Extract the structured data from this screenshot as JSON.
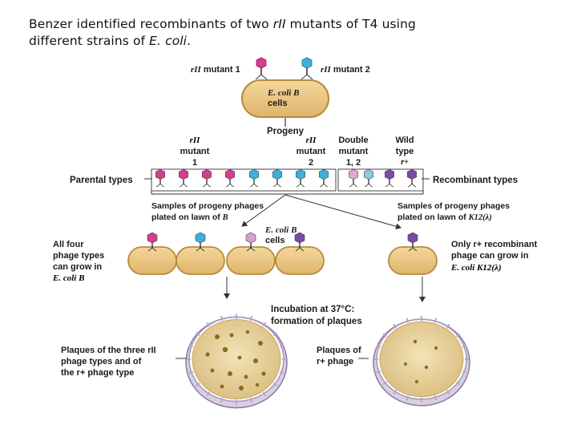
{
  "title": {
    "part1": "Benzer identified recombinants of two ",
    "gene": "rII",
    "part2": " mutants of T4 using",
    "part3": "different strains of ",
    "species": "E. coli",
    "part4": "."
  },
  "top": {
    "mutant1_gene": "rII",
    "mutant1_label": "mutant 1",
    "mutant2_gene": "rII",
    "mutant2_label": "mutant 2",
    "cell_species": "E. coli B",
    "cell_label": "cells"
  },
  "progeny": {
    "title": "Progeny",
    "col1_gene": "rII",
    "col1_line2": "mutant",
    "col1_line3": "1",
    "col2_gene": "rII",
    "col2_line2": "mutant",
    "col2_line3": "2",
    "col3_line1": "Double",
    "col3_line2": "mutant",
    "col3_line3": "1, 2",
    "col4_line1": "Wild",
    "col4_line2": "type",
    "col4_line3": "r+"
  },
  "rows": {
    "parental": "Parental types",
    "recombinant": "Recombinant types"
  },
  "samples": {
    "left_line1": "Samples of progeny phages",
    "left_line2": "plated on lawn of ",
    "left_strain": "B",
    "right_line1": "Samples of progeny phages",
    "right_line2": "plated on lawn of ",
    "right_strain": "K12(λ)"
  },
  "middle": {
    "species": "E. coli B",
    "label": "cells"
  },
  "left_text": {
    "l1": "All four",
    "l2": "phage types",
    "l3": "can grow in",
    "l4": "E. coli B"
  },
  "right_text": {
    "l1": "Only r+ recombinant",
    "l2": "phage can grow in",
    "l3": "E. coli K12(λ)"
  },
  "incubation": {
    "l1": "Incubation at 37°C:",
    "l2": "formation of plaques"
  },
  "plaques_left": {
    "l1": "Plaques of the three rII",
    "l2": "phage types and of",
    "l3": "the r+ phage type"
  },
  "plaques_right": {
    "l1": "Plaques of",
    "l2": "r+ phage"
  },
  "colors": {
    "magenta": "#d63c8f",
    "cyan": "#3bb0dc",
    "violet": "#7a4aa6",
    "cell_fill": "#ecc98a",
    "cell_stroke": "#b58a40",
    "dish_lawn": "#e9d4a0",
    "dish_rim": "#b9a6c9",
    "plaque": "#8a6a1e"
  }
}
